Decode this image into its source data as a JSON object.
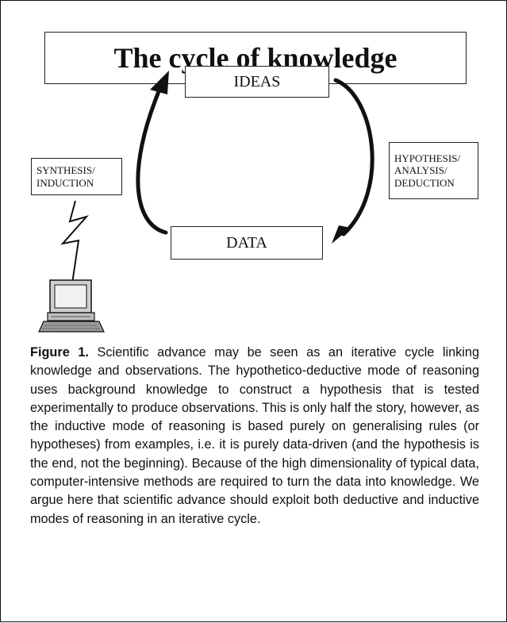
{
  "title": "The cycle of knowledge",
  "nodes": {
    "ideas": "IDEAS",
    "data": "DATA",
    "synthesis": [
      "SYNTHESIS/",
      "INDUCTION"
    ],
    "hypothesis": [
      "HYPOTHESIS/",
      "ANALYSIS/",
      "DEDUCTION"
    ]
  },
  "icons": [
    "computer-icon",
    "lightning-bolt-icon",
    "curved-arrow-icon"
  ],
  "caption": {
    "label": "Figure 1.",
    "text": " Scientific advance may be seen as an iterative cycle linking knowledge and observations. The hypothetico-deductive mode of reasoning uses background knowledge to construct a hypothesis that is tested experimentally to produce observations. This is only half the story, however, as the inductive mode of reasoning is based purely on generalising rules (or hypotheses) from examples, i.e. it is purely data-driven (and the hypothesis is the end, not the beginning). Because of the high dimensionality of typical data, computer-intensive methods are required to turn the data into knowledge. We argue here that scientific advance should exploit both deductive and inductive modes of reasoning in an iterative cycle."
  }
}
